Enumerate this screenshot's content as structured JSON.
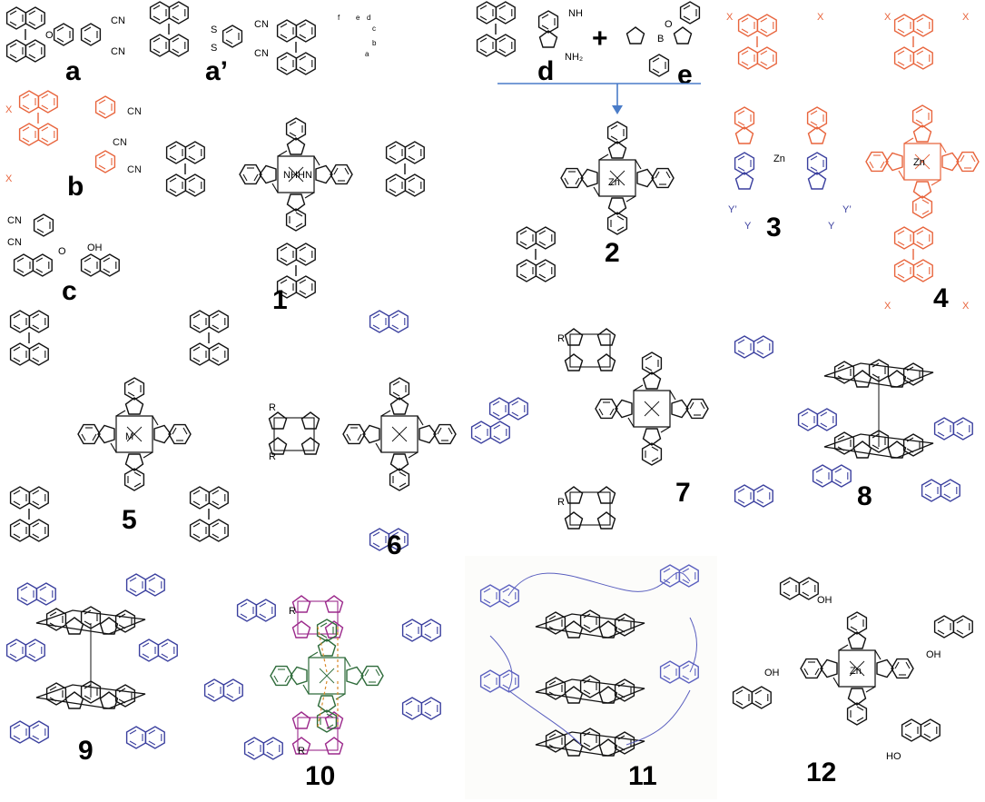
{
  "figure": {
    "compound_labels": {
      "a": "a",
      "a_prime": "a’",
      "b": "b",
      "c": "c",
      "d": "d",
      "e": "e",
      "n1": "1",
      "n2": "2",
      "n3": "3",
      "n4": "4",
      "n5": "5",
      "n6": "6",
      "n7": "7",
      "n8": "8",
      "n9": "9",
      "n10": "10",
      "n11": "11",
      "n12": "12"
    },
    "plus_sign": "+",
    "atoms": {
      "cn": "CN",
      "nh": "NH",
      "nh2": "NH₂",
      "b": "B",
      "zn": "Zn",
      "m": "M",
      "n": "N",
      "o": "O",
      "s": "S",
      "x": "X",
      "y": "Y",
      "y_prime": "Y’",
      "r": "R",
      "oh": "OH",
      "ho": "HO",
      "hn": "HN"
    },
    "position_letters": {
      "a": "a",
      "b": "b",
      "c": "c",
      "d": "d",
      "e": "e",
      "f": "f"
    },
    "colors": {
      "black": "#111111",
      "orange": "#e8643c",
      "blue": "#3a3f9e",
      "blue_light": "#5a5fbf",
      "magenta": "#9c2a8c",
      "green": "#2e6b3a",
      "orange_dash": "#d98a2a",
      "arrow": "#4a7cc8"
    }
  }
}
